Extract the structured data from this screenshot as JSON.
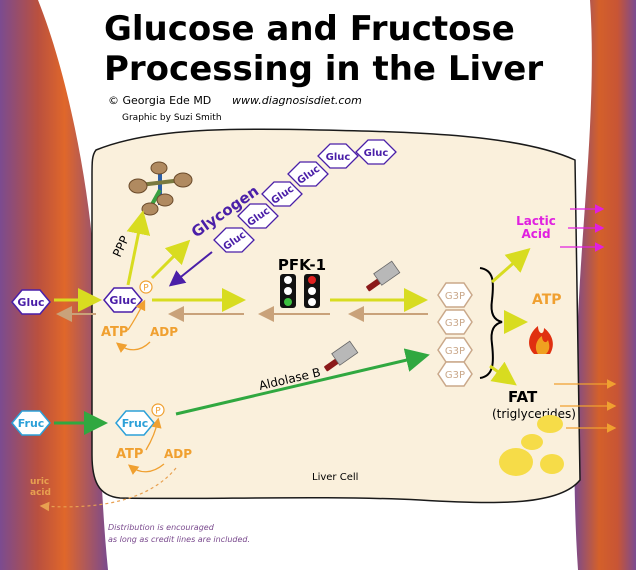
{
  "title": {
    "line1": "Glucose and Fructose",
    "line2": "Processing in the Liver"
  },
  "credits": {
    "copyright": "© Georgia Ede MD",
    "website": "www.diagnosisdiet.com",
    "graphic": "Graphic by Suzi Smith"
  },
  "molecules": {
    "gluc": "Gluc",
    "fruc": "Fruc",
    "g3p": "G3P",
    "phosphate": "P"
  },
  "labels": {
    "ppp": "PPP",
    "glycogen": "Glycogen",
    "pfk1": "PFK-1",
    "aldolase_b": "Aldolase B",
    "atp": "ATP",
    "adp": "ADP",
    "lactic_line1": "Lactic",
    "lactic_line2": "Acid",
    "fat": "FAT",
    "triglycerides": "(triglycerides)",
    "uric_line1": "uric",
    "uric_line2": "acid",
    "liver_cell": "Liver Cell",
    "distribution_line1": "Distribution is encouraged",
    "distribution_line2": "as long as credit lines are included."
  },
  "colors": {
    "vessel_orange": "#d4602a",
    "vessel_purple": "#7a4a8e",
    "cell_fill": "#faf0dc",
    "glucose": "#4a1fa8",
    "fructose": "#2ca0d8",
    "arrow_yellow": "#d8dc20",
    "arrow_brown": "#c9a27a",
    "atp_orange": "#f0a030",
    "lactic_magenta": "#e020e0",
    "aldolase_green": "#30a840",
    "fat_yellow": "#f6dc48",
    "g3p_tan": "#caa88a"
  },
  "icons": [
    "pentose-phosphate-wheel-icon",
    "traffic-light-icon",
    "cleaver-icon",
    "fire-icon",
    "fat-droplet-icon",
    "curly-brace-icon"
  ]
}
